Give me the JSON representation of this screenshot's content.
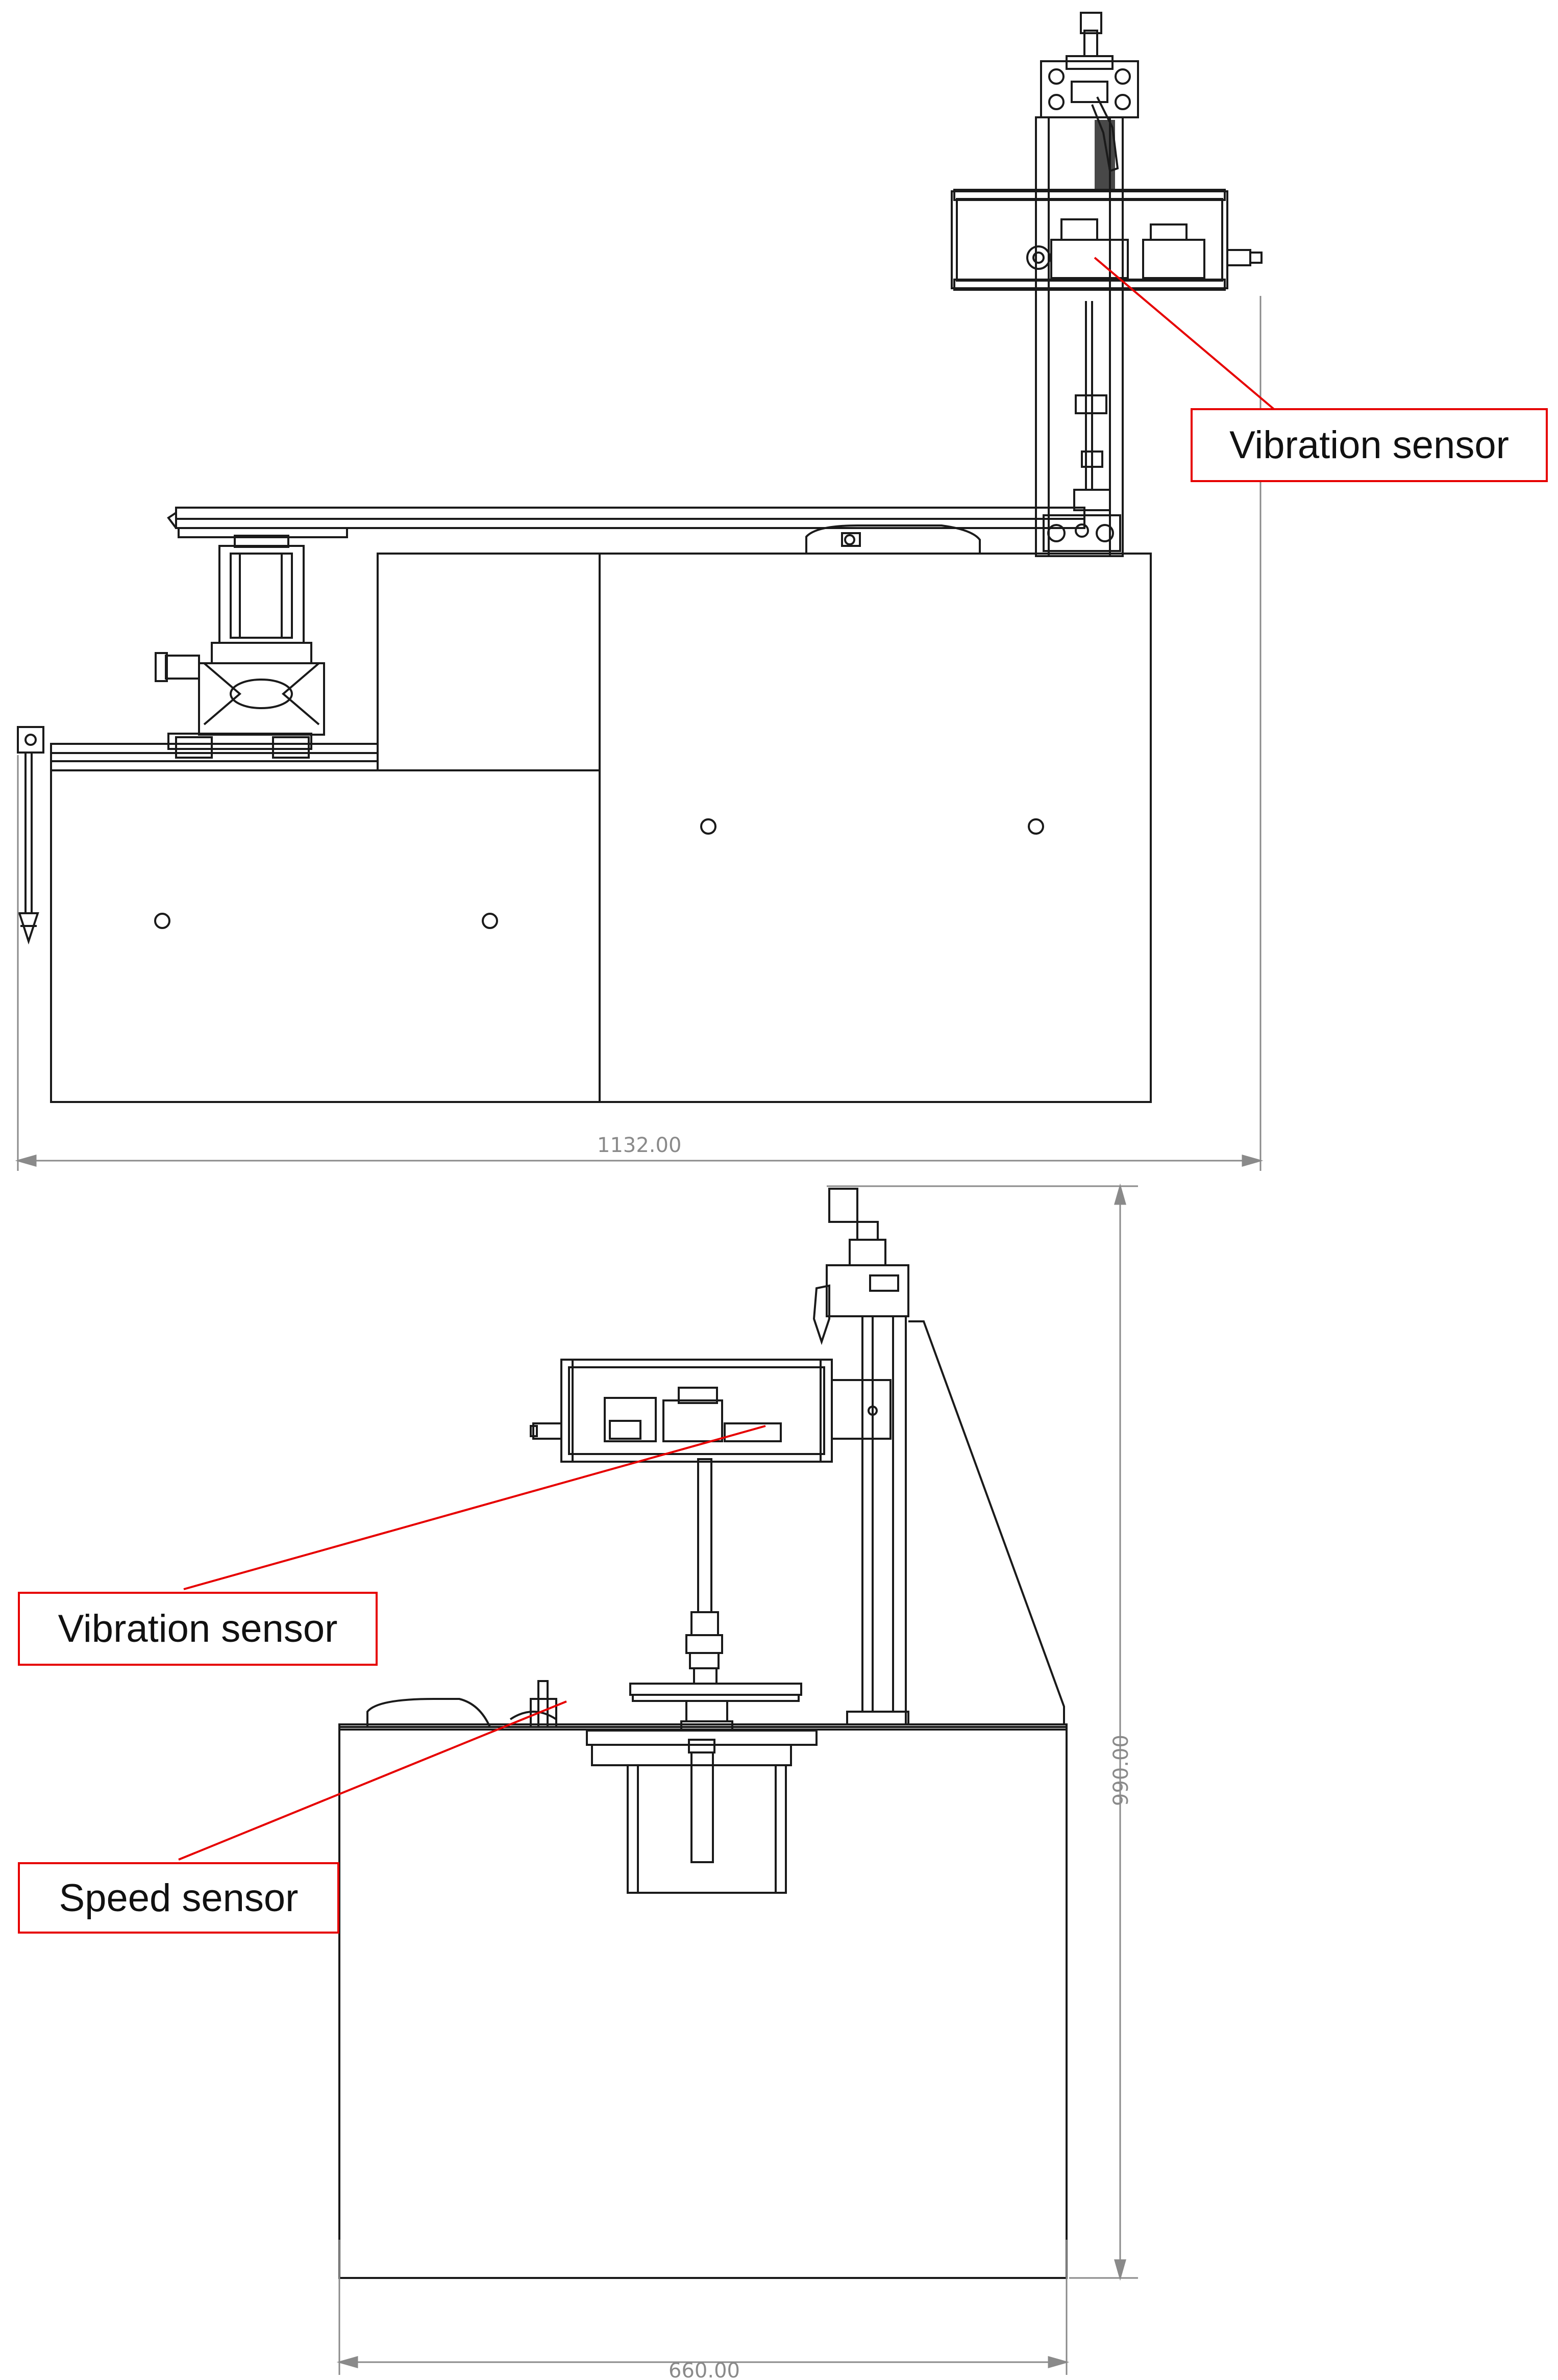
{
  "callouts": {
    "top_vibration": "Vibration sensor",
    "side_vibration": "Vibration sensor",
    "side_speed": "Speed sensor"
  },
  "dimensions": {
    "top_width": "1132.00",
    "side_width": "660.00",
    "side_height": "990.00"
  },
  "colors": {
    "line": "#1a1a1a",
    "dimension": "#8a8a8a",
    "callout": "#e60000"
  }
}
